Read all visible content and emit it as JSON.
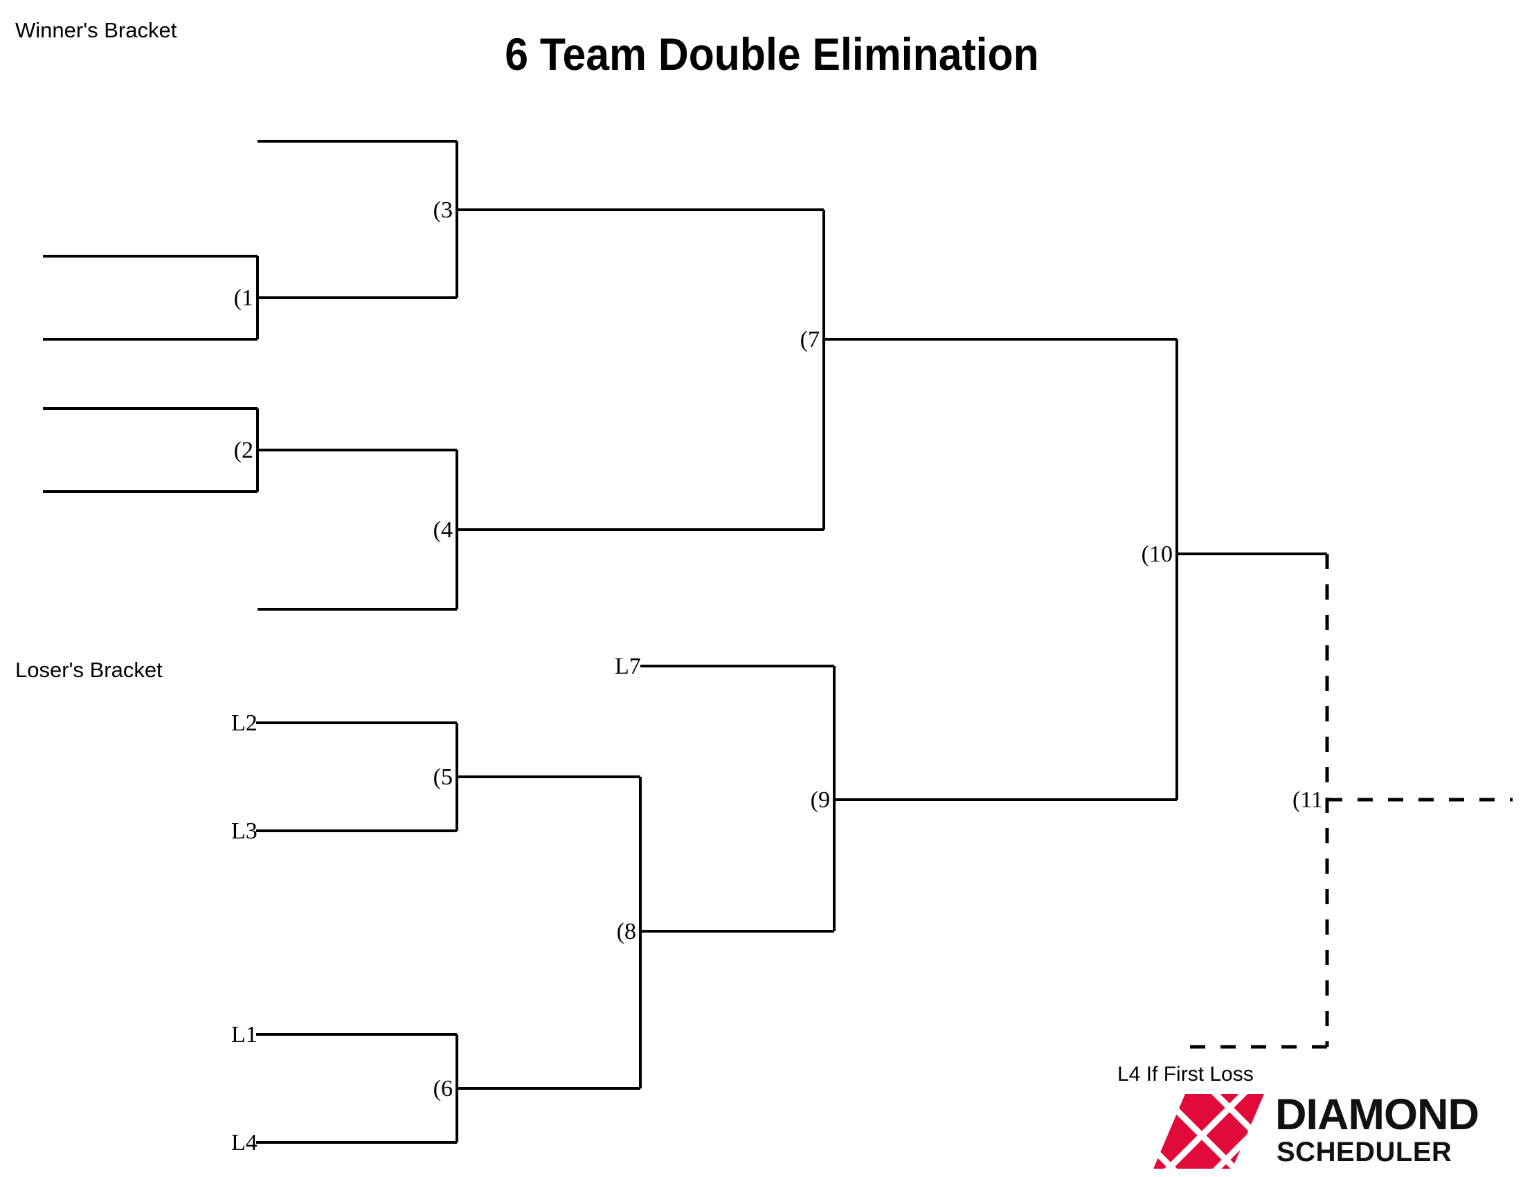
{
  "title": "6 Team Double Elimination",
  "sections": {
    "winners": "Winner's Bracket",
    "losers": "Loser's Bracket"
  },
  "notes": {
    "first_loss": "L4 If First Loss"
  },
  "games": [
    {
      "id": "g1",
      "label": "(1"
    },
    {
      "id": "g2",
      "label": "(2"
    },
    {
      "id": "g3",
      "label": "(3"
    },
    {
      "id": "g4",
      "label": "(4"
    },
    {
      "id": "g5",
      "label": "(5"
    },
    {
      "id": "g6",
      "label": "(6"
    },
    {
      "id": "g7",
      "label": "(7"
    },
    {
      "id": "g8",
      "label": "(8"
    },
    {
      "id": "g9",
      "label": "(9"
    },
    {
      "id": "g10",
      "label": "(10"
    },
    {
      "id": "g11",
      "label": "(11"
    }
  ],
  "seeds": [
    {
      "id": "L2",
      "label": "L2"
    },
    {
      "id": "L3",
      "label": "L3"
    },
    {
      "id": "L1",
      "label": "L1"
    },
    {
      "id": "L4",
      "label": "L4"
    },
    {
      "id": "L7",
      "label": "L7"
    }
  ],
  "logo": {
    "word_main": "DIAMOND",
    "word_sub": "SCHEDULER",
    "accent_color": "#E00B38",
    "text_color": "#111111"
  },
  "colors": {
    "line": "#000000",
    "background": "#FFFFFF"
  }
}
